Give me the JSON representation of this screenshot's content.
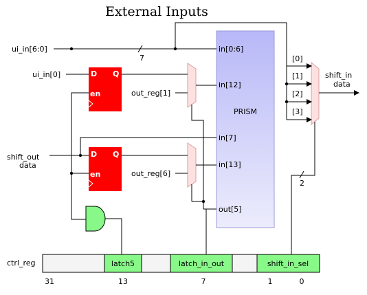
{
  "title": "External Inputs",
  "inputs": {
    "ui_in_bus": "ui_in[6:0]",
    "ui_in_0": "ui_in[0]",
    "shift_out_line1": "shift_out",
    "shift_out_line2": "data",
    "bus_width_7": "7",
    "bus_width_2": "2"
  },
  "flipflops": {
    "d": "D",
    "q": "Q",
    "en": "en"
  },
  "mux_labels": {
    "out_reg_1": "out_reg[1]",
    "out_reg_6": "out_reg[6]"
  },
  "prism": {
    "name": "PRISM",
    "port_in_0_6": "in[0:6]",
    "port_in_12": "in[12]",
    "port_in_7": "in[7]",
    "port_in_13": "in[13]",
    "port_out_5": "out[5]"
  },
  "output_mux": {
    "inputs": [
      "[0]",
      "[1]",
      "[2]",
      "[3]"
    ],
    "out_line1": "shift_in",
    "out_line2": "data"
  },
  "ctrl_reg": {
    "label": "ctrl_reg",
    "fields": [
      "latch5",
      "latch_in_out",
      "shift_in_sel"
    ],
    "bits": [
      "31",
      "13",
      "7",
      "1",
      "0"
    ]
  },
  "colors": {
    "flipflop": "#ff0000",
    "mux": "#fde0e0",
    "prism_top": "#b8b8f8",
    "prism_bottom": "#ececfc",
    "field_green": "#88f888",
    "register_bg": "#f4f4f4"
  }
}
